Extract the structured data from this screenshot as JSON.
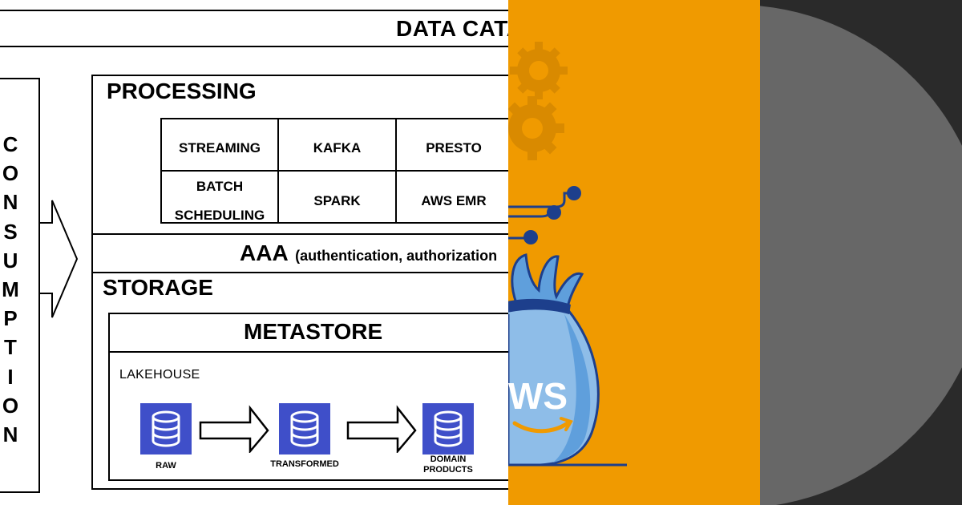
{
  "diagram": {
    "catalog_title": "DATA CATALOG",
    "consumption_label": "CONSUMPTION",
    "processing_title": "PROCESSING",
    "processing_cells": {
      "streaming": "STREAMING",
      "kafka": "KAFKA",
      "presto": "PRESTO",
      "batch_line1": "BATCH",
      "batch_line2": "SCHEDULING",
      "spark": "SPARK",
      "aws_emr": "AWS EMR"
    },
    "aaa_label": "AAA",
    "aaa_detail": "(authentication, authorization",
    "storage_title": "STORAGE",
    "metastore_title": "METASTORE",
    "lakehouse_label": "LAKEHOUSE",
    "stages": [
      {
        "label_line1": "RAW",
        "label_line2": ""
      },
      {
        "label_line1": "TRANSFORMED",
        "label_line2": ""
      },
      {
        "label_line1": "DOMAIN",
        "label_line2": "PRODUCTS"
      }
    ]
  },
  "illustration": {
    "bag_text": "WS",
    "colors": {
      "orange": "#f09a00",
      "gear": "#d98a00",
      "navy": "#1d3f8c",
      "bag_light": "#8ebde8",
      "bag_mid": "#5f9fdc"
    }
  },
  "colors": {
    "db_icon_blue": "#3f4fc9",
    "dark_bg": "#2a2a2a",
    "disc_gray": "#676767"
  }
}
